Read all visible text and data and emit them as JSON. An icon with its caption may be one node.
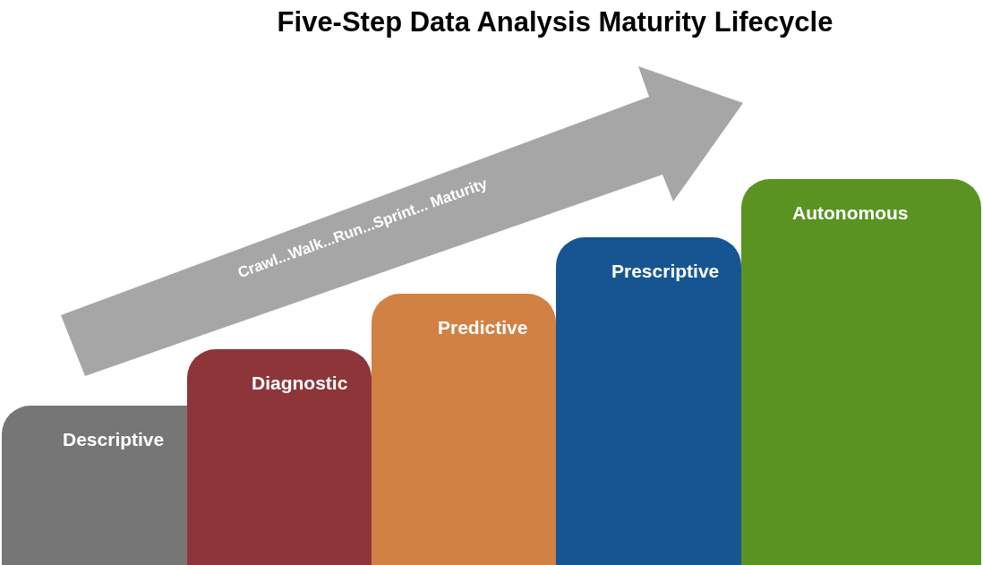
{
  "diagram": {
    "title": "Five-Step Data Analysis Maturity Lifecycle",
    "nodes": [
      {
        "text": [
          "Descriptive"
        ]
      },
      {
        "text": [
          "Diagnostic"
        ]
      },
      {
        "text": [
          "Predictive"
        ]
      },
      {
        "text": [
          "Prescriptive"
        ]
      },
      {
        "text": [
          "Autonomous"
        ]
      },
      {
        "text": [
          "Crawl...Walk...Run...Sprint... Maturity"
        ]
      }
    ]
  }
}
